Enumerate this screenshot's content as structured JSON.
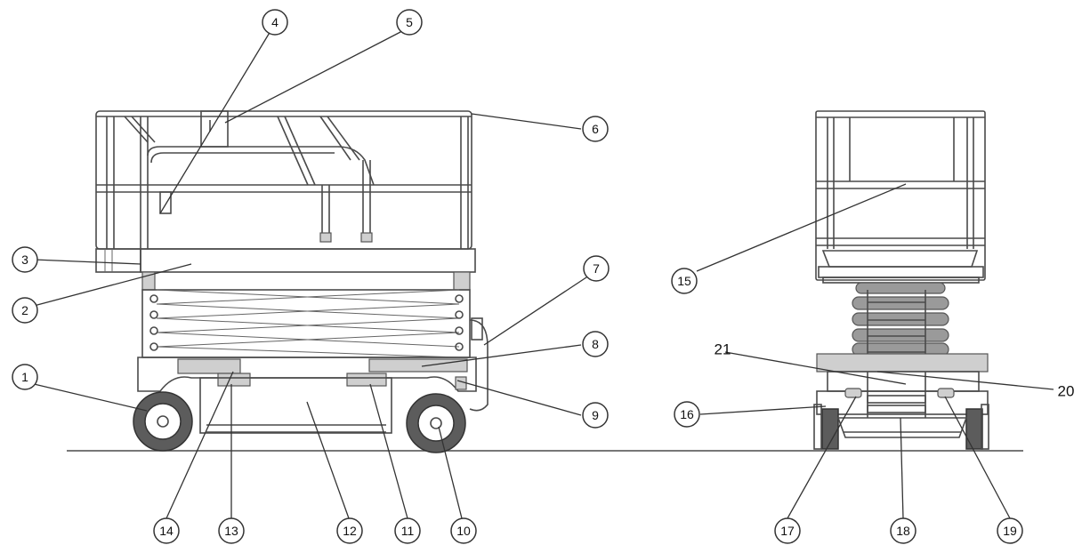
{
  "callouts": [
    {
      "id": "c1",
      "label": "1"
    },
    {
      "id": "c2",
      "label": "2"
    },
    {
      "id": "c3",
      "label": "3"
    },
    {
      "id": "c4",
      "label": "4"
    },
    {
      "id": "c5",
      "label": "5"
    },
    {
      "id": "c6",
      "label": "6"
    },
    {
      "id": "c7",
      "label": "7"
    },
    {
      "id": "c8",
      "label": "8"
    },
    {
      "id": "c9",
      "label": "9"
    },
    {
      "id": "c10",
      "label": "10"
    },
    {
      "id": "c11",
      "label": "11"
    },
    {
      "id": "c12",
      "label": "12"
    },
    {
      "id": "c13",
      "label": "13"
    },
    {
      "id": "c14",
      "label": "14"
    },
    {
      "id": "c15",
      "label": "15"
    },
    {
      "id": "c16",
      "label": "16"
    },
    {
      "id": "c17",
      "label": "17"
    },
    {
      "id": "c18",
      "label": "18"
    },
    {
      "id": "c19",
      "label": "19"
    }
  ],
  "plain_labels": [
    {
      "id": "p20",
      "label": "20"
    },
    {
      "id": "p21",
      "label": "21"
    }
  ],
  "colors": {
    "line": "#4a4a4a",
    "tire": "#5c5c5c",
    "panel": "#cfcfcf"
  }
}
